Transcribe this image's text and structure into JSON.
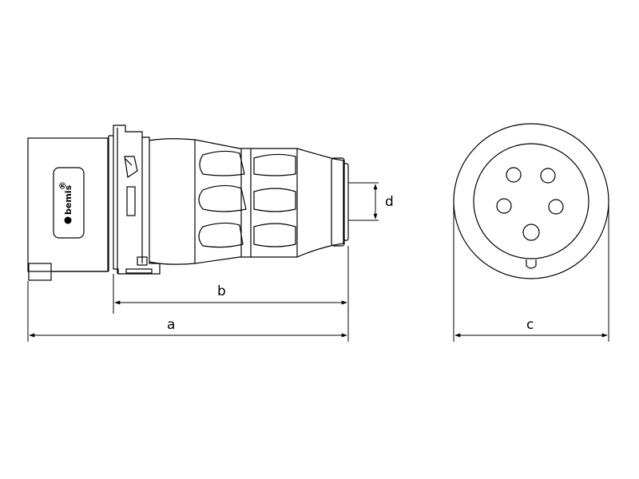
{
  "logo": {
    "brand": "bemis",
    "mark": "®"
  },
  "dimensions": {
    "a": "a",
    "b": "b",
    "c": "c",
    "d": "d"
  },
  "icons": [
    "brand-logo-icon"
  ]
}
